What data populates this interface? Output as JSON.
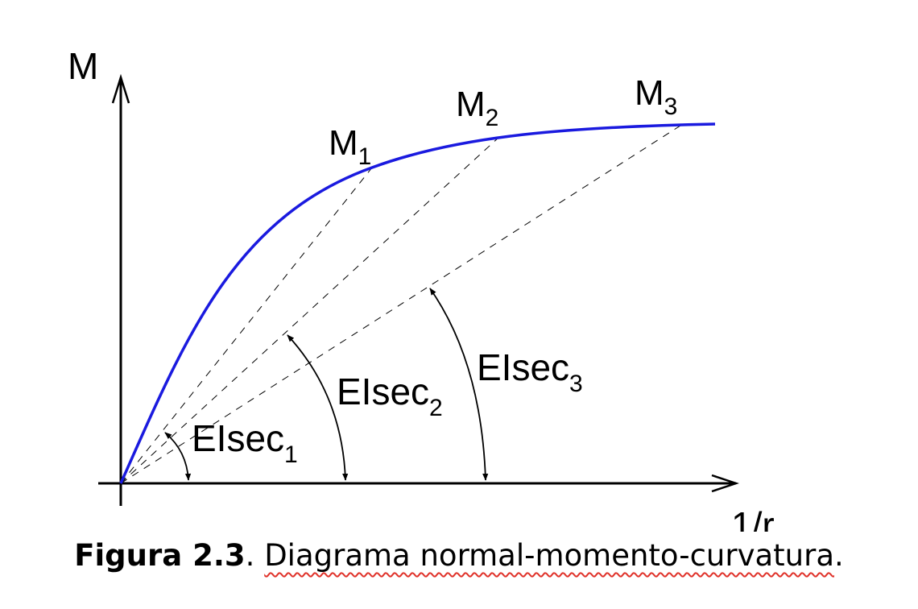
{
  "diagram": {
    "y_axis_label": "M",
    "x_axis_label": "1/r",
    "points": [
      {
        "base": "M",
        "sub": "1"
      },
      {
        "base": "M",
        "sub": "2"
      },
      {
        "base": "M",
        "sub": "3"
      }
    ],
    "secant_labels": [
      {
        "base": "EIsec",
        "sub": "1"
      },
      {
        "base": "EIsec",
        "sub": "2"
      },
      {
        "base": "EIsec",
        "sub": "3"
      }
    ],
    "colors": {
      "curve": "#1a1adf",
      "lines": "#000000",
      "caption_underline": "#e0322a"
    }
  },
  "caption": {
    "label": "Figura 2.3",
    "text": ". ",
    "title": "Diagrama normal-momento-curvatura",
    "end": "."
  }
}
